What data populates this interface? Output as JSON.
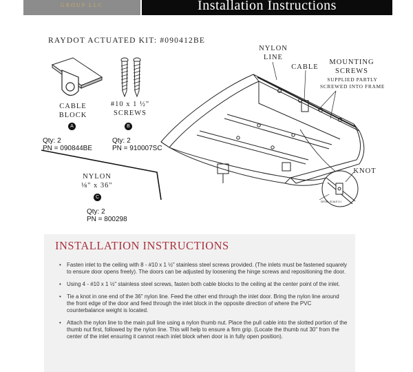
{
  "header": {
    "logo_text": "GROUP LLC",
    "title": "Installation Instructions"
  },
  "kit": {
    "title": "RAYDOT ACTUATED KIT: #090412BE"
  },
  "parts": {
    "cable_block": {
      "name_line1": "CABLE",
      "name_line2": "BLOCK",
      "badge": "A",
      "qty": "Qty: 2",
      "pn": "PN = 090844BE"
    },
    "screws": {
      "name_line1": "#10 x 1 ½\"",
      "name_line2": "SCREWS",
      "badge": "B",
      "qty": "Qty: 2",
      "pn": "PN = 910007SC"
    },
    "nylon": {
      "name_line1": "NYLON",
      "name_line2": "⅛\" x 36\"",
      "badge": "C",
      "qty": "Qty: 2",
      "pn": "PN = 800298"
    }
  },
  "diagram_labels": {
    "nylon_line_1": "NYLON",
    "nylon_line_2": "LINE",
    "cable": "CABLE",
    "mounting_1": "MOUNTING",
    "mounting_2": "SCREWS",
    "supplied_1": "SUPPLIED PARTLY",
    "supplied_2": "SCREWED INTO FRAME",
    "knot": "KNOT",
    "detail": "DETAIL SCALE 3:1"
  },
  "instructions": {
    "title": "INSTALLATION INSTRUCTIONS",
    "steps": [
      "Fasten inlet to the ceiling with 8 - #10 x 1 ½\" stainless steel screws provided.  (The inlets must be fastened squarely to ensure door opens freely). The doors can be adjusted by loosening the hinge screws and repositioning the door.",
      "Using 4 - #10 x 1 ½\" stainless steel screws, fasten both cable blocks to the ceiling at the center point of the inlet.",
      "Tie a knot in one end of the 36\" nylon line. Feed the other end through the inlet door. Bring the nylon line around the front edge of the door and feed through the inlet block in the opposite direction of where the PVC counterbalance weight is located.",
      "Attach the nylon line to the main pull line using a nylon thumb nut. Place the pull cable into the slotted portion of the thumb nut first, followed by the nylon line.  This will help to ensure a firm grip. (Locate the thumb nut 30\" from the center of the inlet ensuring it cannot reach inlet block when door is in fully open position)."
    ]
  }
}
